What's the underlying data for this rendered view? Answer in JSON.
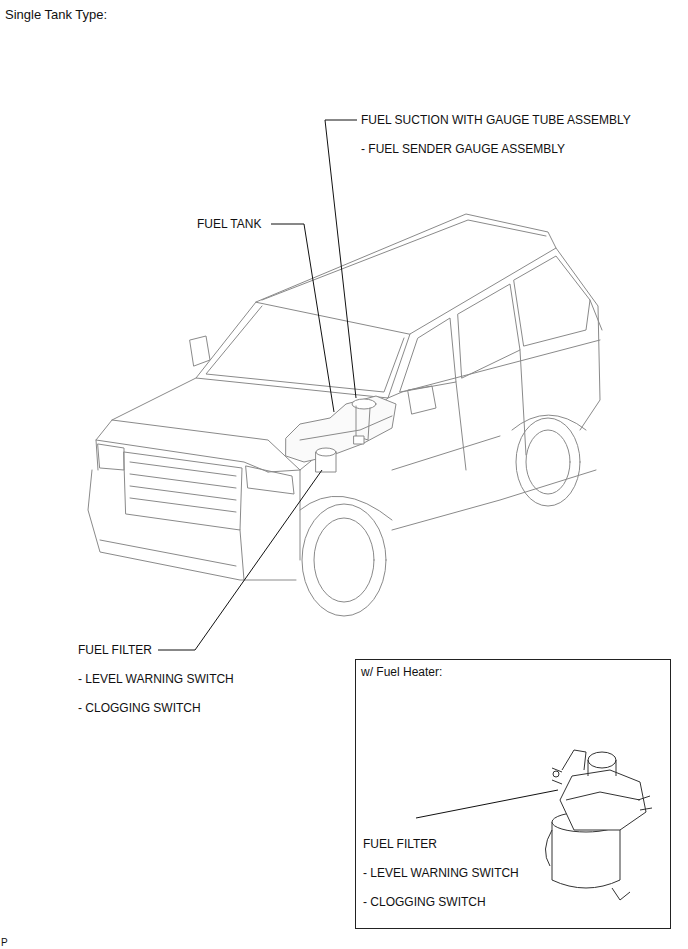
{
  "diagram": {
    "title": "Single Tank Type:",
    "nodes": [
      {
        "text": [
          "w/ Fuel Heater:",
          "FUEL FILTER",
          "- LEVEL WARNING SWITCH",
          "- CLOGGING SWITCH"
        ]
      }
    ],
    "labels": [
      "FUEL SUCTION WITH GAUGE TUBE ASSEMBLY",
      "- FUEL SENDER GAUGE ASSEMBLY",
      "FUEL TANK",
      "FUEL FILTER",
      "- LEVEL WARNING SWITCH",
      "- CLOGGING SWITCH",
      "P"
    ]
  }
}
